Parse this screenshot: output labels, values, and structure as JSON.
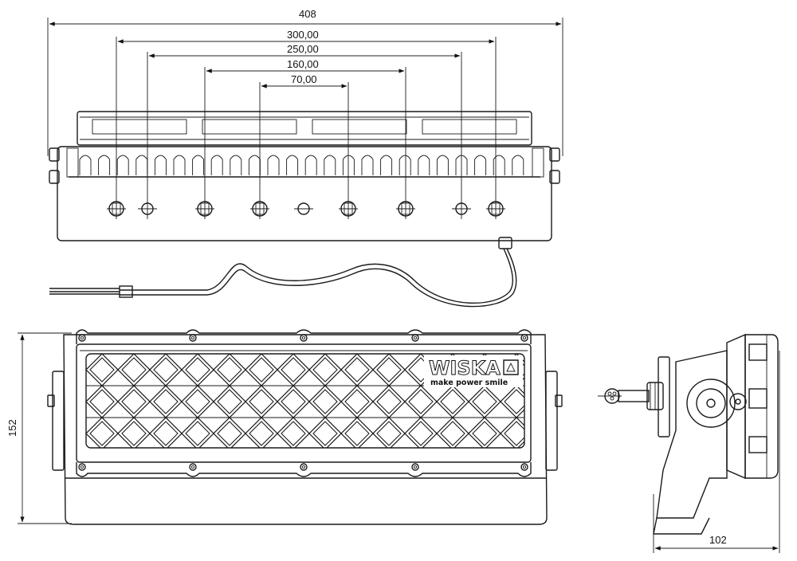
{
  "drawing": {
    "dimensions": {
      "overall_width": "408",
      "hole_300": "300,00",
      "hole_250": "250,00",
      "hole_160": "160,00",
      "hole_70": "70,00",
      "height": "152",
      "depth": "102"
    },
    "brand": {
      "logo": "WISKA",
      "slogan": "make power smile"
    },
    "colors": {
      "line": "#1a1a1a",
      "background": "#ffffff"
    }
  }
}
